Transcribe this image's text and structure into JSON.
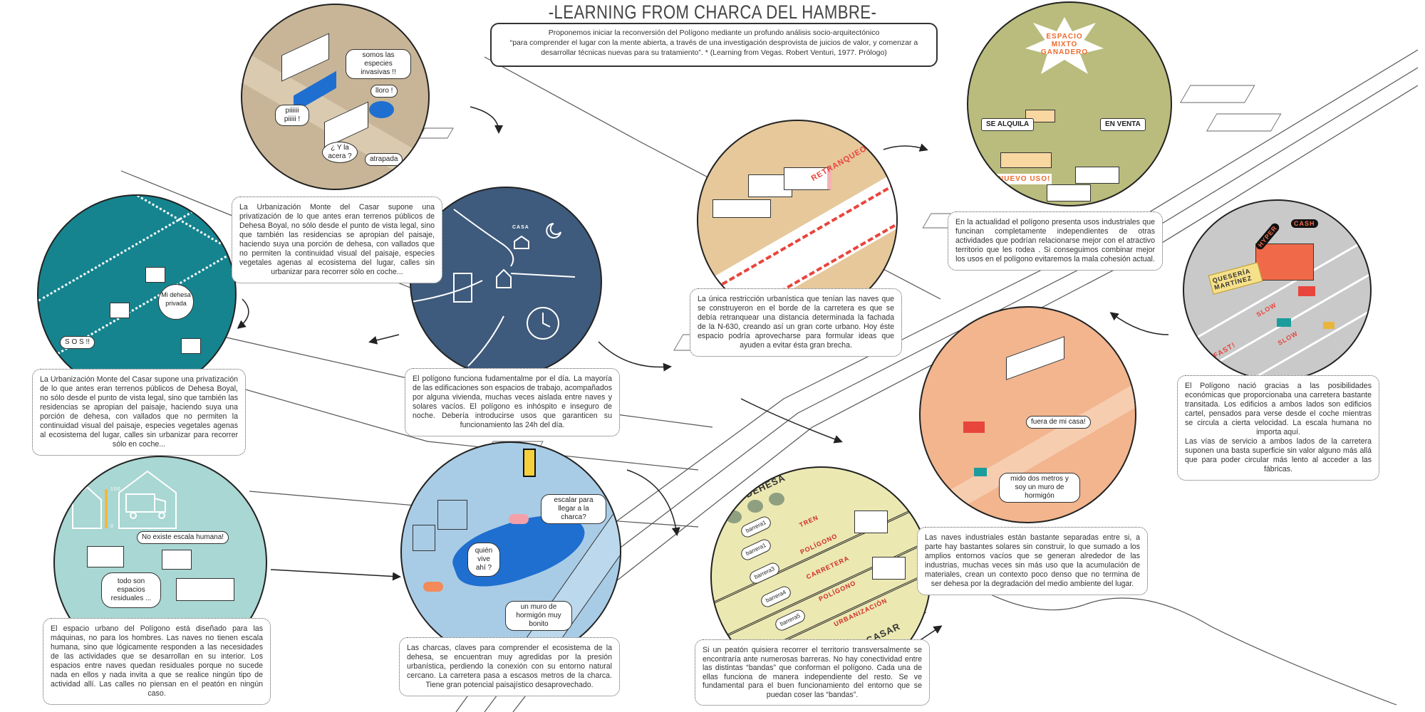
{
  "title": "-LEARNING FROM CHARCA DEL HAMBRE-",
  "intro": {
    "line1": "Proponemos iniciar la reconversión del Polígono mediante un profundo análisis socio-arquitectónico",
    "line2": "“para comprender el lugar con la mente abierta, a través de una investigación desprovista de juicios de valor, y comenzar a desarrollar técnicas nuevas para su tratamiento”. * (Learning from Vegas. Robert Venturi, 1977. Prólogo)"
  },
  "boxes": {
    "urbanizacion_top": "La Urbanización Monte del Casar supone una privatización de lo que antes eran terrenos públicos de Dehesa Boyal, no sólo desde el punto de vista legal, sino que también las residencias se apropian del paisaje, haciendo suya una porción de dehesa, con vallados que no permiten la continuidad visual del paisaje, especies vegetales agenas al ecosistema del lugar, calles sin urbanizar para recorrer sólo en coche...",
    "urbanizacion_left": "La Urbanización Monte del Casar supone una privatización de lo que antes eran terrenos públicos de Dehesa Boyal, no sólo desde el punto de vista legal, sino que también las residencias se apropian del paisaje, haciendo suya una porción de dehesa, con vallados que no permiten la continuidad visual del paisaje, especies vegetales agenas al ecosistema del lugar, calles sin urbanizar para recorrer sólo en coche...",
    "poligono_dia": "El polígono funciona fudamentalme por el día. La mayoría de las edificaciones son espacios de trabajo, acompañados por alguna vivienda, muchas veces aislada entre naves y solares vacíos. El polígono es inhóspito e inseguro de noche. Debería introducirse usos que garanticen su funcionamiento las 24h del día.",
    "restriccion": "La única restricción urbanística que tenían las naves que se construyeron en el borde de la carretera es que se debía retranquear una distancia determinada la fachada de la N-630, creando así un gran corte urbano. Hoy éste espacio podría aprovecharse para formular ideas que ayuden a evitar ésta gran brecha.",
    "actualidad": "En la actualidad el polígono presenta usos industriales que funcinan completamente independientes de otras actividades que podrían relacionarse mejor con el atractivo territorio que les rodea . Si conseguimos combinar mejor los usos en el polígono evitaremos la mala cohesión actual.",
    "nacio": "El Polígono nació gracias a las posibilidades económicas que proporcionaba una carretera bastante transitada. Los edificios a ambos lados son edificios cartel, pensados para verse desde el coche mientras se circula a cierta velocidad. La escala humana no importa aquí.",
    "nacio_2": "Las vías de servicio a ambos lados de la carretera suponen una basta superficie sin valor alguno más allá que para poder circular más lento al acceder a las fábricas.",
    "naves": "Las naves industriales están bastante separadas entre si, a parte hay bastantes solares sin construir, lo que sumado a los amplios entornos vacíos que se generan alrededor de las industrias, muchas veces sin más uso que la acumulación de materiales, crean un contexto poco denso que no termina de ser dehesa por la degradación del medio ambiente del lugar.",
    "espacio_urbano": "El espacio urbano del Polígono está diseñado para las máquinas, no para los hombres. Las naves no tienen escala humana, sino que lógicamente responden a las necesidades  de las actividades que se desarrollan en su interior. Los espacios entre naves quedan residuales porque no sucede nada en ellos y nada invita a que se realice ningún tipo de actividad allí. Las calles no piensan en el peatón en ningún caso.",
    "charcas": "Las charcas, claves para comprender el ecosistema de la dehesa, se encuentran muy agredidas por la presión urbanística, perdiendo la conexión con su entorno natural cercano. La carretera pasa a escasos metros de la charca. Tiene gran potencial paisajístico desaprovechado.",
    "peaton": "Si un peatón quisiera recorrer el territorio transversalmente se encontraría ante numerosas barreras. No hay conectividad entre las distintas “bandas” que conforman el polígono. Cada una de ellas funciona de manera independiente del resto. Se ve fundamental para el buen funcionamiento del entorno que se puedan coser las “bandas”."
  },
  "circles": {
    "urbanizacion": {
      "color": "#c8b597",
      "bubbles": [
        "somos las especies invasivas !!",
        "lloro !",
        "piiiiii piiiii !",
        "¿ Y la acera ?",
        "atrapada"
      ]
    },
    "dehesa_privada": {
      "color": "#16848f",
      "bubbles": [
        "Mi dehesa privada",
        "S O S !!"
      ]
    },
    "noche": {
      "color": "#3e5a7c",
      "labels": [
        "CASA"
      ]
    },
    "retranqueo": {
      "color": "#e6c89b",
      "labels": [
        "RETRANQUEO OFICIAL"
      ]
    },
    "mixto": {
      "color": "#b9bc7c",
      "labels": [
        "ESPACIO MIXTO GANADERO",
        "SE ALQUILA",
        "EN VENTA",
        "NUEVO USO!"
      ]
    },
    "cartel": {
      "color": "#c9c9c9",
      "labels": [
        "QUESERÍA MARTÍNEZ",
        "HYPER",
        "CASH",
        "SLOW",
        "SLOW",
        "FAST!"
      ]
    },
    "fuera": {
      "color": "#f2b58e",
      "bubbles": [
        "fuera de mi casa!",
        "mido dos metros y soy un muro de hormigón"
      ]
    },
    "escala": {
      "color": "#a9d7d3",
      "bubbles": [
        "No existe escala humana!",
        "todo son espacios residuales ..."
      ],
      "scale": [
        "100",
        "0"
      ]
    },
    "charca": {
      "color": "#a9cce6",
      "bubbles": [
        "escalar para llegar a la charca?",
        "quién vive ahí ?",
        "un muro de hormigón muy bonito"
      ]
    },
    "bandas": {
      "color": "#ebe8b2",
      "labels": [
        "DEHESA",
        "TREN",
        "POLÍGONO",
        "CARRETERA",
        "POLÍGONO",
        "URBANIZACIÓN",
        "CASAR"
      ],
      "barreras": [
        "barrera1",
        "barrera1",
        "barrera3",
        "barrera4",
        "barrera5"
      ]
    }
  },
  "colors": {
    "accent_red": "#e8453c",
    "water": "#1f6fd0"
  }
}
